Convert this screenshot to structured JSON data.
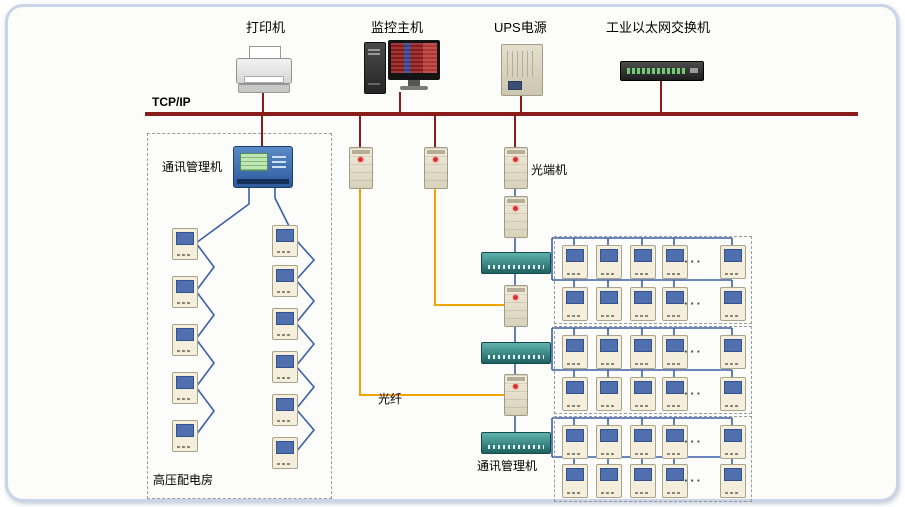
{
  "labels": {
    "tcp_ip": "TCP/IP",
    "printer": "打印机",
    "monitor_host": "监控主机",
    "ups": "UPS电源",
    "industrial_ethernet_switch": "工业以太网交换机",
    "comm_manager_left": "通讯管理机",
    "hv_distribution_room": "高压配电房",
    "optical_transceiver": "光端机",
    "optical_fiber": "光纤",
    "comm_manager_bottom": "通讯管理机",
    "ellipsis": "···"
  },
  "colors": {
    "tcp_ip_bus": "#8B1C1C",
    "ethernet_serial_line": "#3A5FA8",
    "fiber_line": "#F0A400",
    "panel_border": "#C9D4E6"
  }
}
